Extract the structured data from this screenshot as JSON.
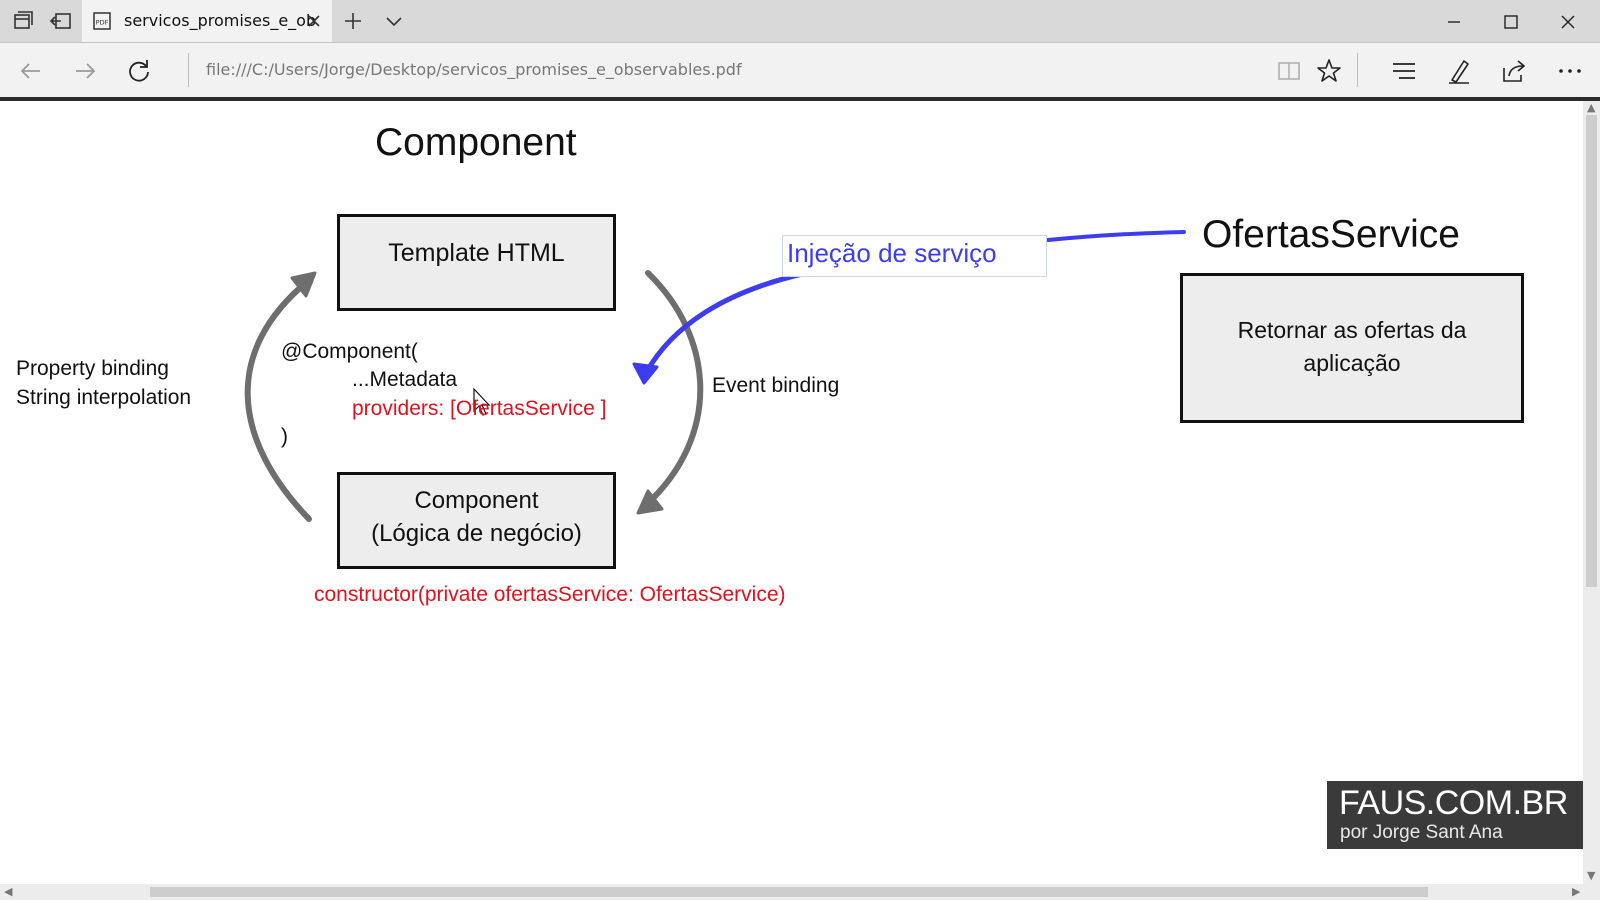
{
  "browser": {
    "tab_title": "servicos_promises_e_ob",
    "url": "file:///C:/Users/Jorge/Desktop/servicos_promises_e_observables.pdf",
    "icons": [
      "tab-manager-icon",
      "set-aside-icon",
      "pdf-icon",
      "close-tab-icon",
      "new-tab-icon",
      "tab-list-icon",
      "back-icon",
      "forward-icon",
      "refresh-icon",
      "reading-view-icon",
      "favorite-star-icon",
      "hub-icon",
      "web-note-icon",
      "share-icon",
      "more-icon",
      "minimize-icon",
      "maximize-icon",
      "close-window-icon"
    ]
  },
  "slide": {
    "component_title": "Component",
    "template_box": "Template HTML",
    "component_box_line1": "Component",
    "component_box_line2": "(Lógica de negócio)",
    "property_binding": "Property binding",
    "string_interpolation": "String interpolation",
    "decorator_open": "@Component(",
    "metadata": "...Metadata",
    "providers": "providers: [OfertasService ]",
    "decorator_close": ")",
    "event_binding": "Event binding",
    "injection_label": "Injeção de serviço",
    "service_title": "OfertasService",
    "service_box_line1": "Retornar as ofertas da",
    "service_box_line2": "aplicação",
    "constructor": "constructor(private ofertasService: OfertasService)"
  },
  "watermark": {
    "site": "FAUS.COM.BR",
    "author": "por Jorge Sant Ana"
  },
  "colors": {
    "accent_red": "#e0121f",
    "accent_blue": "#3d3df0",
    "arrow_gray": "#6e6e6e"
  }
}
